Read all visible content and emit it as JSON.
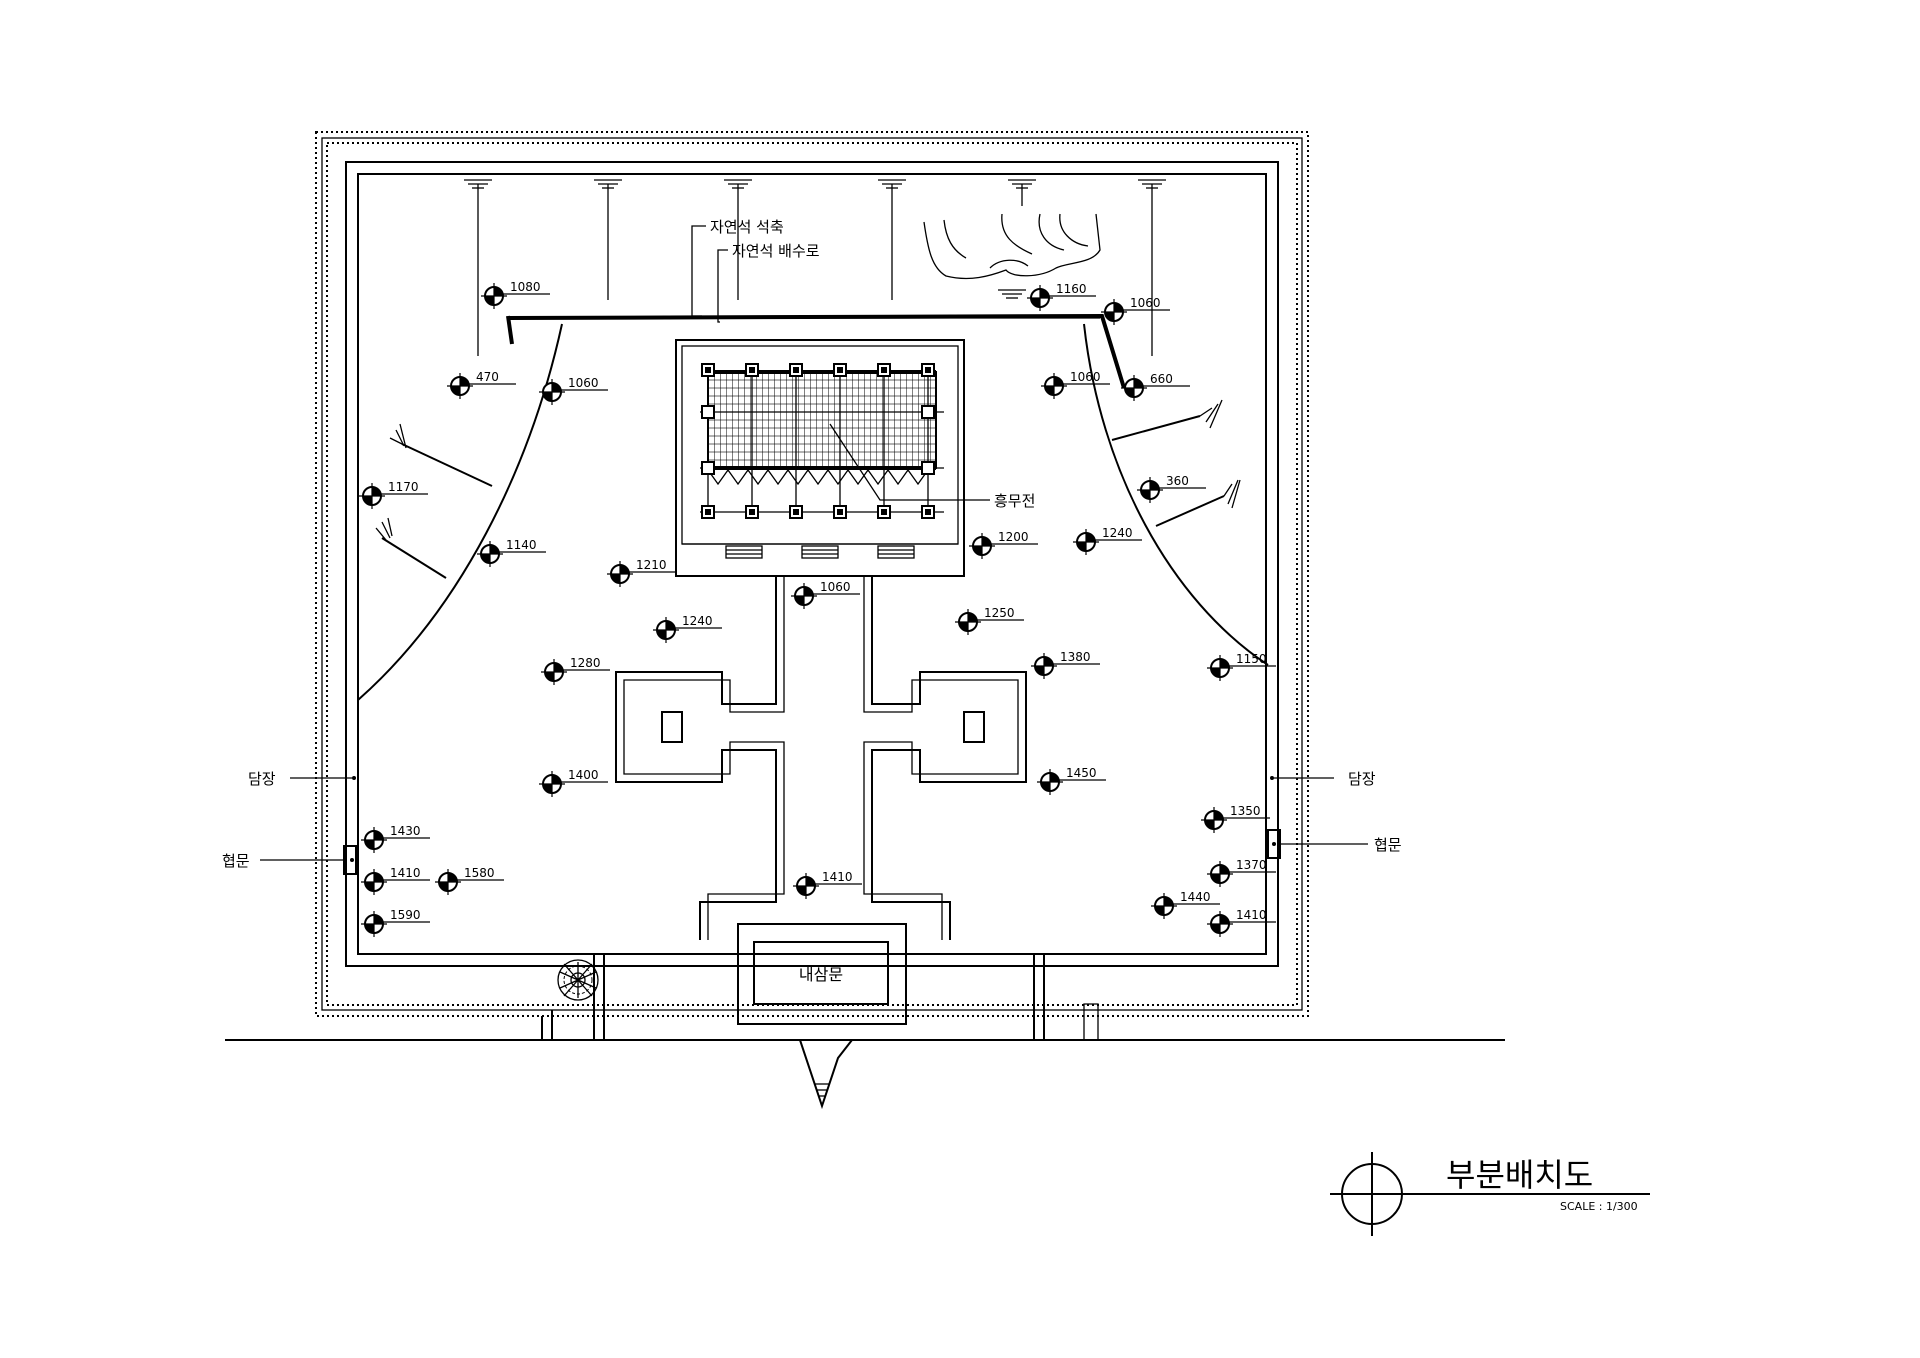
{
  "labels": {
    "stone_wall": "자연석 석축",
    "drain": "자연석 배수로",
    "hall": "흥무전",
    "wall_left": "담장",
    "wall_right": "담장",
    "gate_left": "협문",
    "gate_right": "협문",
    "main_gate": "내삼문"
  },
  "title": {
    "name": "부분배치도",
    "scale": "SCALE : 1/300"
  },
  "elevations": [
    {
      "id": "e01",
      "value": "1080"
    },
    {
      "id": "e02",
      "value": "1160"
    },
    {
      "id": "e03",
      "value": "1060"
    },
    {
      "id": "e04",
      "value": "470"
    },
    {
      "id": "e05",
      "value": "1060"
    },
    {
      "id": "e06",
      "value": "1060"
    },
    {
      "id": "e07",
      "value": "660"
    },
    {
      "id": "e08",
      "value": "1170"
    },
    {
      "id": "e09",
      "value": "360"
    },
    {
      "id": "e10",
      "value": "1140"
    },
    {
      "id": "e11",
      "value": "1210"
    },
    {
      "id": "e12",
      "value": "1200"
    },
    {
      "id": "e13",
      "value": "1240"
    },
    {
      "id": "e14",
      "value": "1060"
    },
    {
      "id": "e15",
      "value": "1250"
    },
    {
      "id": "e16",
      "value": "1240"
    },
    {
      "id": "e17",
      "value": "1280"
    },
    {
      "id": "e18",
      "value": "1380"
    },
    {
      "id": "e19",
      "value": "1150"
    },
    {
      "id": "e20",
      "value": "1400"
    },
    {
      "id": "e21",
      "value": "1450"
    },
    {
      "id": "e22",
      "value": "1350"
    },
    {
      "id": "e23",
      "value": "1430"
    },
    {
      "id": "e24",
      "value": "1370"
    },
    {
      "id": "e25",
      "value": "1410"
    },
    {
      "id": "e26",
      "value": "1580"
    },
    {
      "id": "e27",
      "value": "1410"
    },
    {
      "id": "e28",
      "value": "1440"
    },
    {
      "id": "e29",
      "value": "1410"
    },
    {
      "id": "e30",
      "value": "1590"
    }
  ]
}
